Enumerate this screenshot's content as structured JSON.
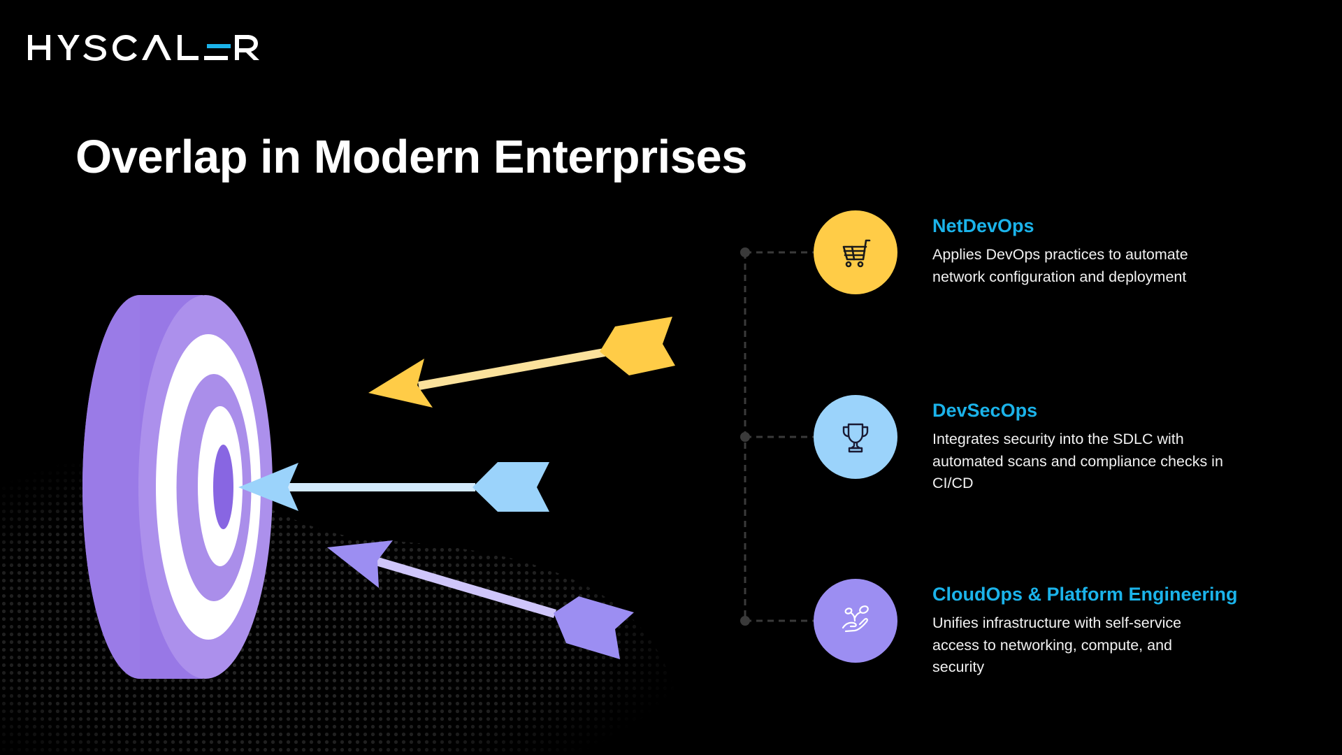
{
  "brand": {
    "logo_letters": [
      "H",
      "Y",
      "S",
      "C",
      "Λ",
      "L",
      "E",
      "R"
    ],
    "logo_text": "HYSCALER",
    "accent_color": "#1BB3EA"
  },
  "page": {
    "title": "Overlap in Modern Enterprises"
  },
  "items": [
    {
      "title": "NetDevOps",
      "description": "Applies DevOps practices to automate network configuration and deployment",
      "icon": "shopping-cart-icon",
      "circle_color": "#FFCC47"
    },
    {
      "title": "DevSecOps",
      "description": "Integrates security into the SDLC with automated scans and compliance checks in CI/CD",
      "icon": "trophy-icon",
      "circle_color": "#9BD3FB"
    },
    {
      "title": "CloudOps & Platform Engineering",
      "description": "Unifies infrastructure with self-service access to networking, compute, and security",
      "icon": "hand-sprout-icon",
      "circle_color": "#9C8EF2"
    }
  ],
  "illustration": {
    "target_colors": {
      "back": "#9878E6",
      "face": "#AC90EC",
      "ring_white": "#FFFFFF",
      "bullseye": "#8866E2"
    },
    "arrows": [
      {
        "name": "yellow-arrow",
        "color": "#FFCC47",
        "shaft": "#FBE29C"
      },
      {
        "name": "blue-arrow",
        "color": "#9BD3FB",
        "shaft": "#D3EBFD"
      },
      {
        "name": "purple-arrow",
        "color": "#9C8EF2",
        "shaft": "#CFC6FA"
      }
    ]
  }
}
